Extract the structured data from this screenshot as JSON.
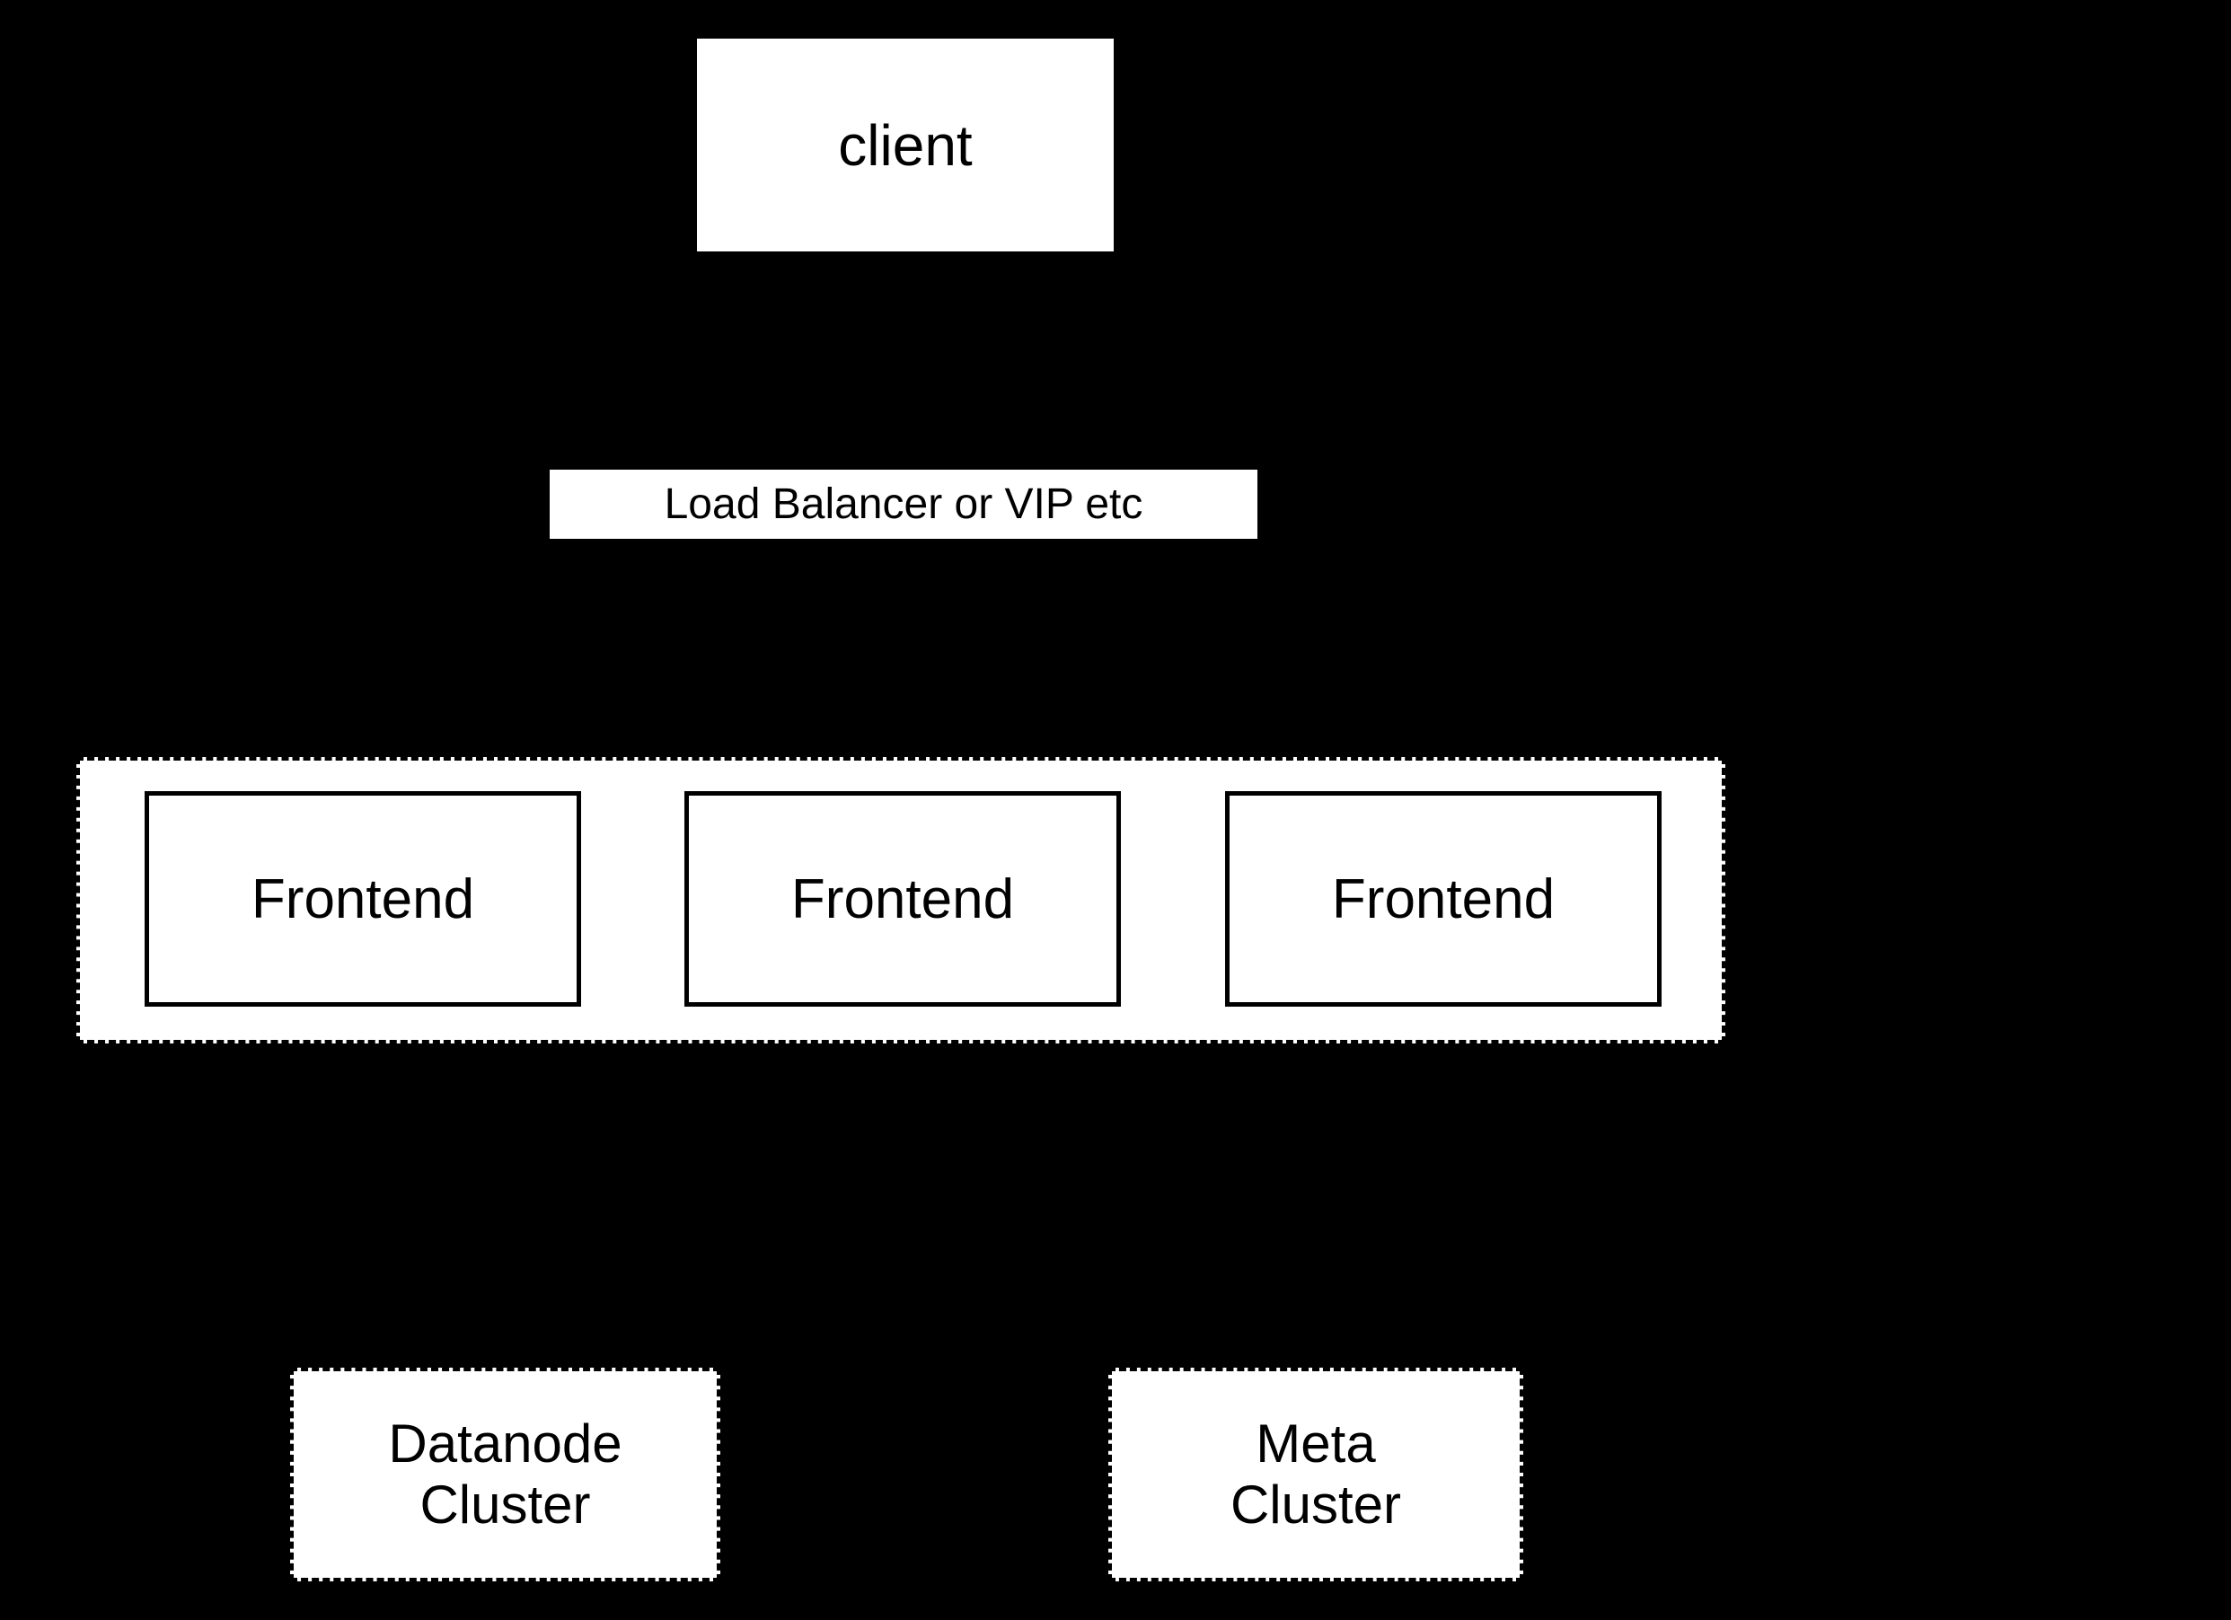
{
  "diagram": {
    "title": "client / load-balancer / frontend / storage architecture diagram",
    "colors": {
      "background": "#000000",
      "node_fill": "#ffffff",
      "node_text": "#000000",
      "border": "#000000"
    },
    "client": {
      "label": "client"
    },
    "load_balancer": {
      "label": "Load Balancer or VIP etc"
    },
    "frontends": [
      {
        "label": "Frontend"
      },
      {
        "label": "Frontend"
      },
      {
        "label": "Frontend"
      }
    ],
    "datanode_cluster": {
      "lines": [
        "Datanode",
        "Cluster"
      ]
    },
    "meta_cluster": {
      "lines": [
        "Meta",
        "Cluster"
      ]
    }
  }
}
